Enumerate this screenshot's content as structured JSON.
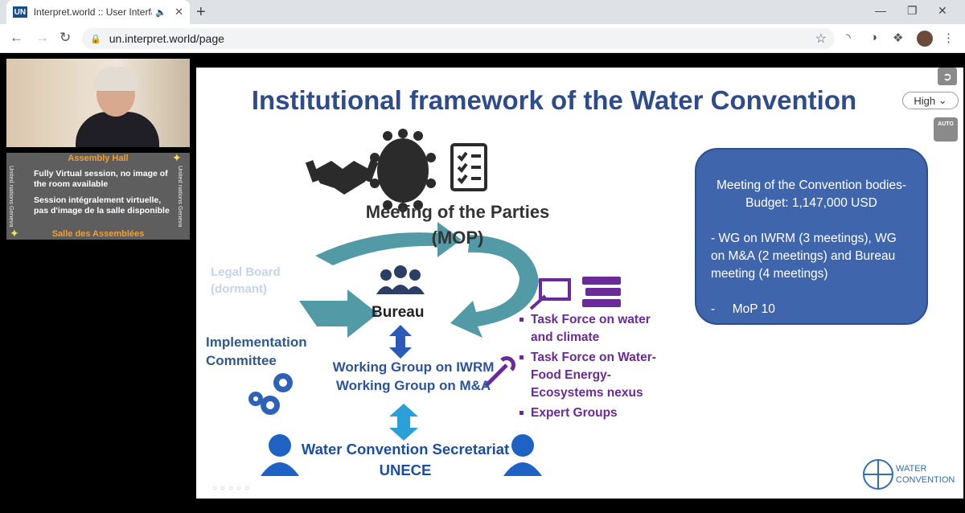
{
  "browser": {
    "tab_title": "Interpret.world :: User Interfa",
    "tab_favicon_text": "UN",
    "url": "un.interpret.world/page"
  },
  "hall": {
    "title_en": "Assembly Hall",
    "text_en": "Fully Virtual session, no image of the room available",
    "text_fr": "Session intégralement virtuelle, pas d'image de la salle disponible",
    "title_fr": "Salle des Assemblées",
    "side_text": "United nations Geneva"
  },
  "player": {
    "quality": "High",
    "auto_label": "AUTO"
  },
  "slide": {
    "title": "Institutional framework of the Water Convention",
    "mop_line1": "Meeting of the Parties",
    "mop_line2": "(MOP)",
    "legal_line1": "Legal Board",
    "legal_line2": "(dormant)",
    "bureau": "Bureau",
    "impl_line1": "Implementation",
    "impl_line2": "Committee",
    "wg_line1": "Working Group on IWRM",
    "wg_line2": "Working Group on M&A",
    "sec_line1": "Water Convention Secretariat",
    "sec_line2": "UNECE",
    "task_forces": [
      "Task Force on water and climate",
      "Task Force on Water-Food Energy-Ecosystems nexus",
      "Expert Groups"
    ],
    "budget": {
      "line1": "Meeting of the Convention bodies-",
      "line2": "Budget: 1,147,000 USD",
      "line3": "- WG on IWRM (3 meetings), WG on M&A (2 meetings) and Bureau meeting (4 meetings)",
      "line4": "-     MoP 10"
    },
    "logo_line1": "WATER",
    "logo_line2": "CONVENTION"
  },
  "colors": {
    "title": "#2e4c8c",
    "arrow_teal": "#3f8f9c",
    "blue_arrow": "#2a5bb8",
    "purple": "#6a2a9a",
    "budget_box": "#3f66ad"
  }
}
